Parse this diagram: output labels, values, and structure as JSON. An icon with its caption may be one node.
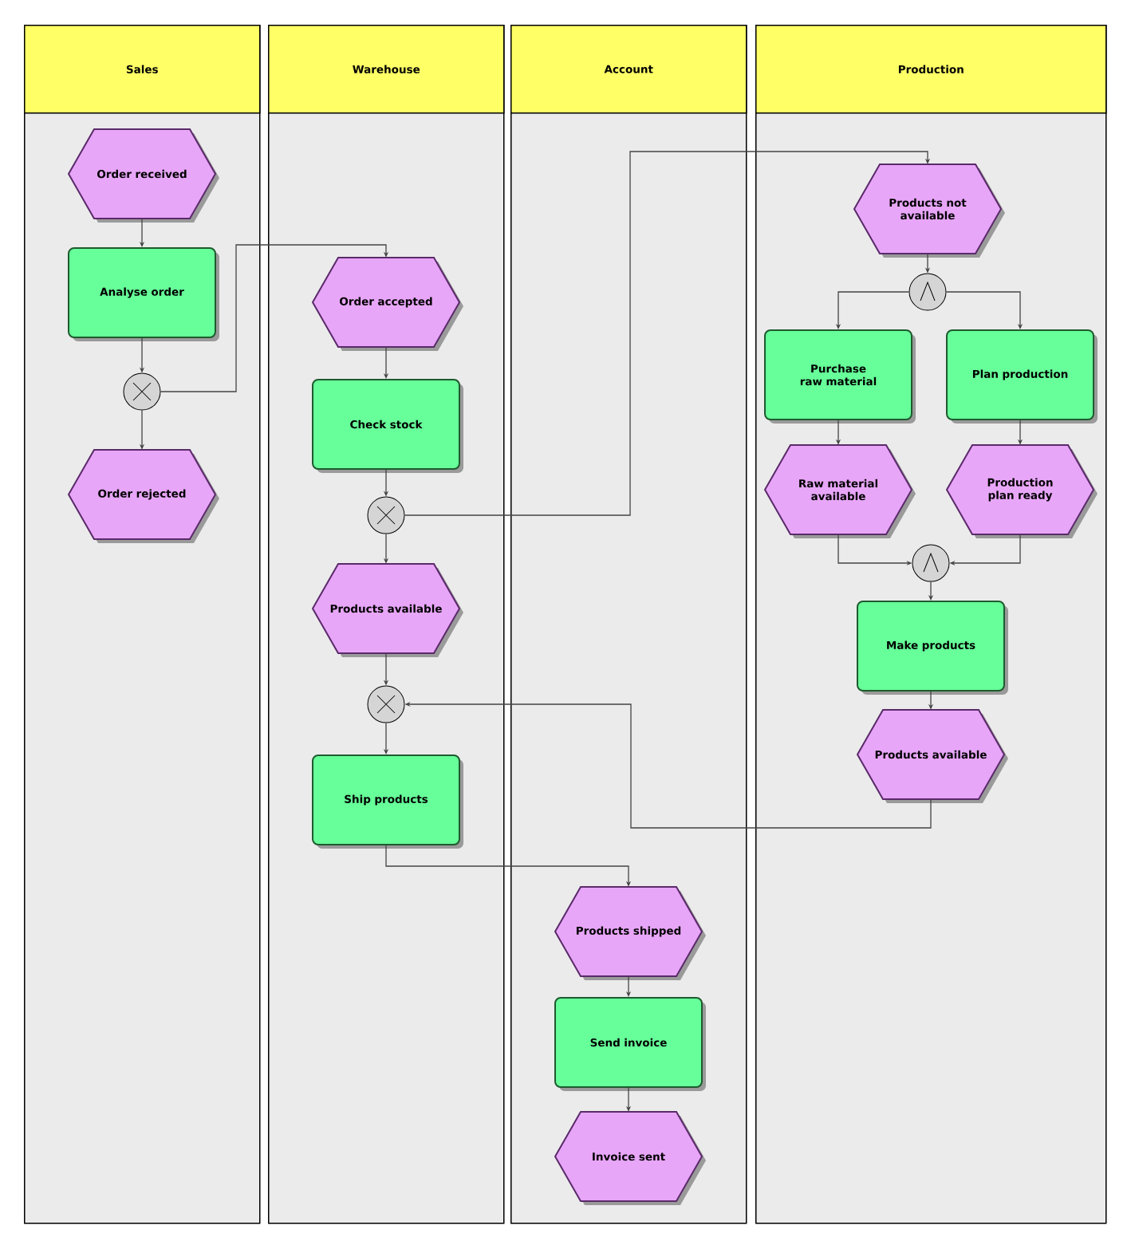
{
  "diagram": {
    "nodes": [
      {
        "text": [
          "Sales"
        ]
      },
      {
        "text": [
          "Order received"
        ],
        "in": 0
      },
      {
        "text": [
          "Analyse order"
        ],
        "in": 0
      },
      {
        "text": [],
        "shape": "circle",
        "in": 0
      },
      {
        "text": [
          "Order rejected"
        ],
        "in": 0
      },
      {
        "text": [
          "Warehouse"
        ]
      },
      {
        "text": [
          "Order accepted"
        ],
        "in": 5
      },
      {
        "text": [
          "Check stock"
        ],
        "in": 5
      },
      {
        "text": [],
        "shape": "circle",
        "in": 5
      },
      {
        "text": [
          "Products available"
        ],
        "in": 5
      },
      {
        "text": [],
        "shape": "circle",
        "in": 5
      },
      {
        "text": [
          "Ship products"
        ],
        "in": 5
      },
      {
        "text": [
          "Account"
        ]
      },
      {
        "text": [
          "Products shipped"
        ],
        "in": 12
      },
      {
        "text": [
          "Send invoice"
        ],
        "in": 12
      },
      {
        "text": [
          "Invoice sent"
        ],
        "in": 12
      },
      {
        "text": [
          "Production"
        ]
      },
      {
        "text": [
          "Products not available"
        ],
        "in": 16
      },
      {
        "text": [],
        "shape": "circle",
        "in": 16
      },
      {
        "text": [
          "Purchase raw material"
        ],
        "in": 16
      },
      {
        "text": [
          "Plan production"
        ],
        "in": 16
      },
      {
        "text": [
          "Raw material available"
        ],
        "in": 16
      },
      {
        "text": [
          "Production plan ready"
        ],
        "in": 16
      },
      {
        "text": [],
        "shape": "circle",
        "in": 16
      },
      {
        "text": [
          "Make products"
        ],
        "in": 16
      },
      {
        "text": [
          "Products available"
        ],
        "in": 16
      }
    ],
    "edges": [
      {
        "from": 1,
        "to": 2,
        "arrow": "to"
      },
      {
        "from": 2,
        "to": 3,
        "arrow": "to"
      },
      {
        "from": 3,
        "to": 6,
        "arrow": "to"
      },
      {
        "from": 3,
        "to": 4,
        "arrow": "to"
      },
      {
        "from": 6,
        "to": 7,
        "arrow": "to"
      },
      {
        "from": 7,
        "to": 8,
        "arrow": "to"
      },
      {
        "from": 8,
        "to": 17,
        "arrow": "to"
      },
      {
        "from": 8,
        "to": 9,
        "arrow": "to"
      },
      {
        "from": 9,
        "to": 10,
        "arrow": "to"
      },
      {
        "from": 10,
        "to": 11,
        "arrow": "to"
      },
      {
        "from": 11,
        "to": 13,
        "arrow": "to"
      },
      {
        "from": 13,
        "to": 14,
        "arrow": "to"
      },
      {
        "from": 14,
        "to": 15,
        "arrow": "to"
      },
      {
        "from": 17,
        "to": 18,
        "arrow": "to"
      },
      {
        "from": 18,
        "to": 19,
        "arrow": "to"
      },
      {
        "from": 18,
        "to": 20,
        "arrow": "to"
      },
      {
        "from": 19,
        "to": 21,
        "arrow": "to"
      },
      {
        "from": 20,
        "to": 22,
        "arrow": "to"
      },
      {
        "from": 21,
        "to": 23,
        "arrow": "to"
      },
      {
        "from": 22,
        "to": 23,
        "arrow": "to"
      },
      {
        "from": 23,
        "to": 24,
        "arrow": "to"
      },
      {
        "from": 24,
        "to": 25,
        "arrow": "to"
      },
      {
        "from": 25,
        "to": 10,
        "arrow": "to"
      }
    ]
  }
}
